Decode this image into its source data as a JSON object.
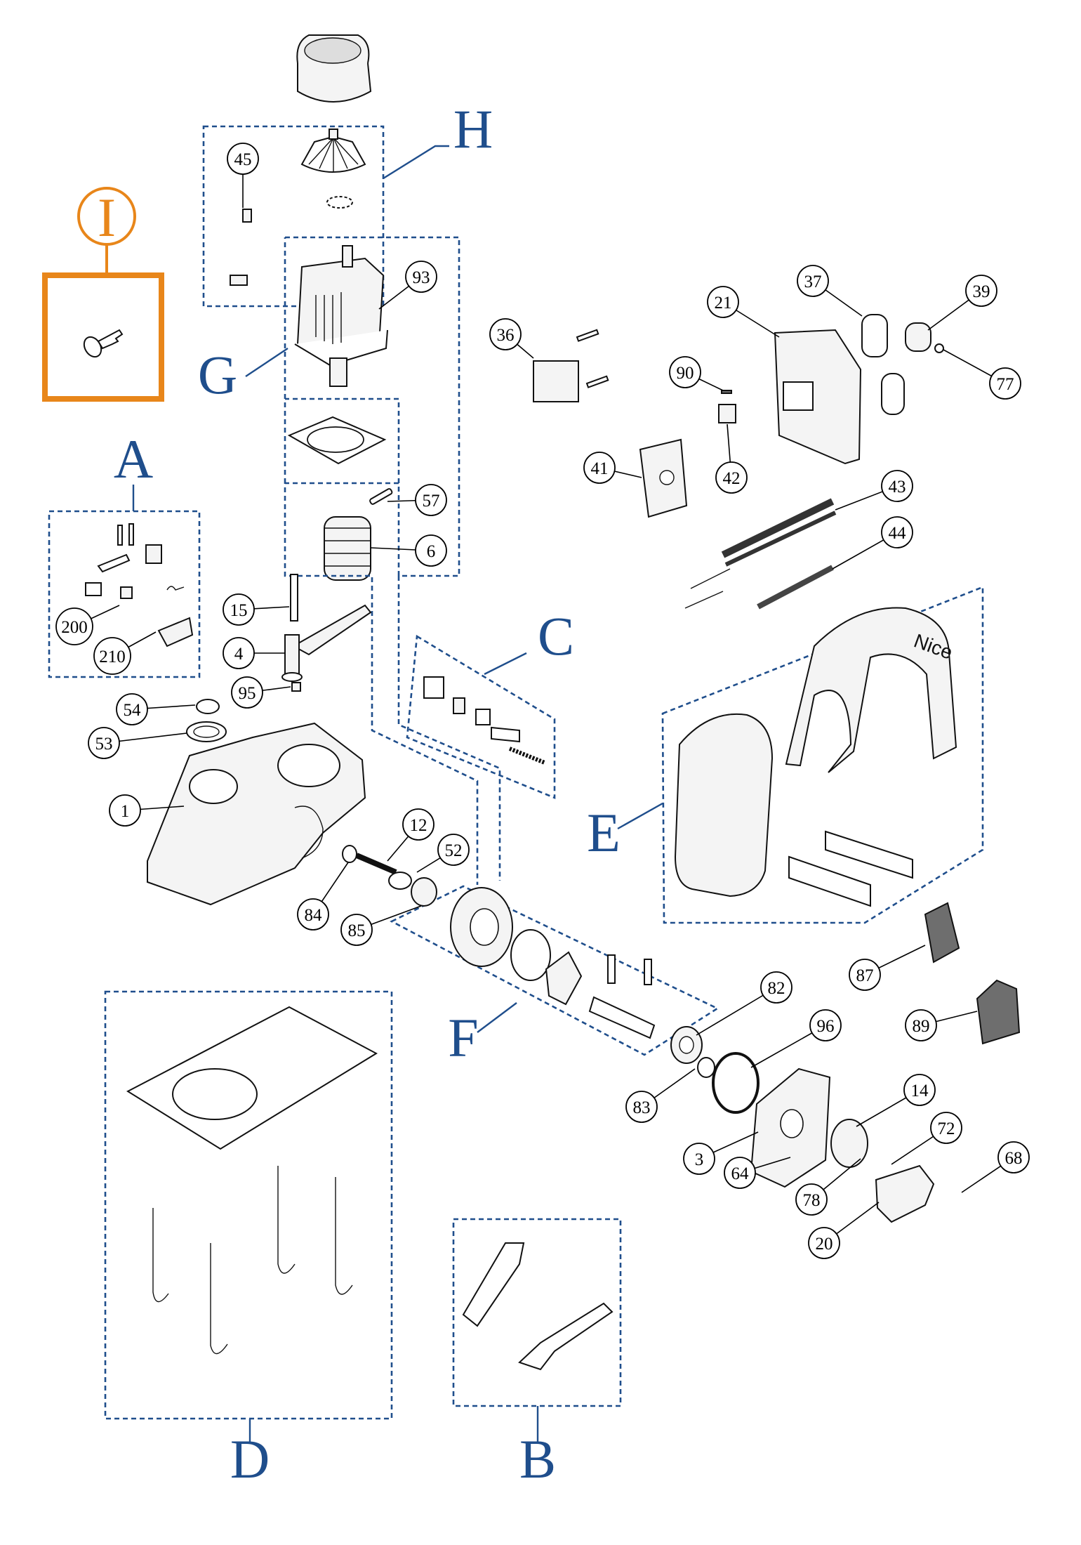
{
  "groups": [
    {
      "id": "A",
      "label": "A"
    },
    {
      "id": "B",
      "label": "B"
    },
    {
      "id": "C",
      "label": "C"
    },
    {
      "id": "D",
      "label": "D"
    },
    {
      "id": "E",
      "label": "E"
    },
    {
      "id": "F",
      "label": "F"
    },
    {
      "id": "G",
      "label": "G"
    },
    {
      "id": "H",
      "label": "H"
    },
    {
      "id": "I",
      "label": "I"
    }
  ],
  "callouts": [
    "45",
    "93",
    "36",
    "21",
    "37",
    "39",
    "90",
    "77",
    "41",
    "42",
    "43",
    "57",
    "6",
    "44",
    "15",
    "4",
    "200",
    "210",
    "95",
    "54",
    "53",
    "1",
    "12",
    "52",
    "84",
    "85",
    "87",
    "82",
    "96",
    "89",
    "83",
    "14",
    "72",
    "3",
    "68",
    "64",
    "78",
    "20"
  ],
  "brand_text": "Nice",
  "colors": {
    "group_blue": "#1f4e8c",
    "highlight_orange": "#e8861a"
  }
}
